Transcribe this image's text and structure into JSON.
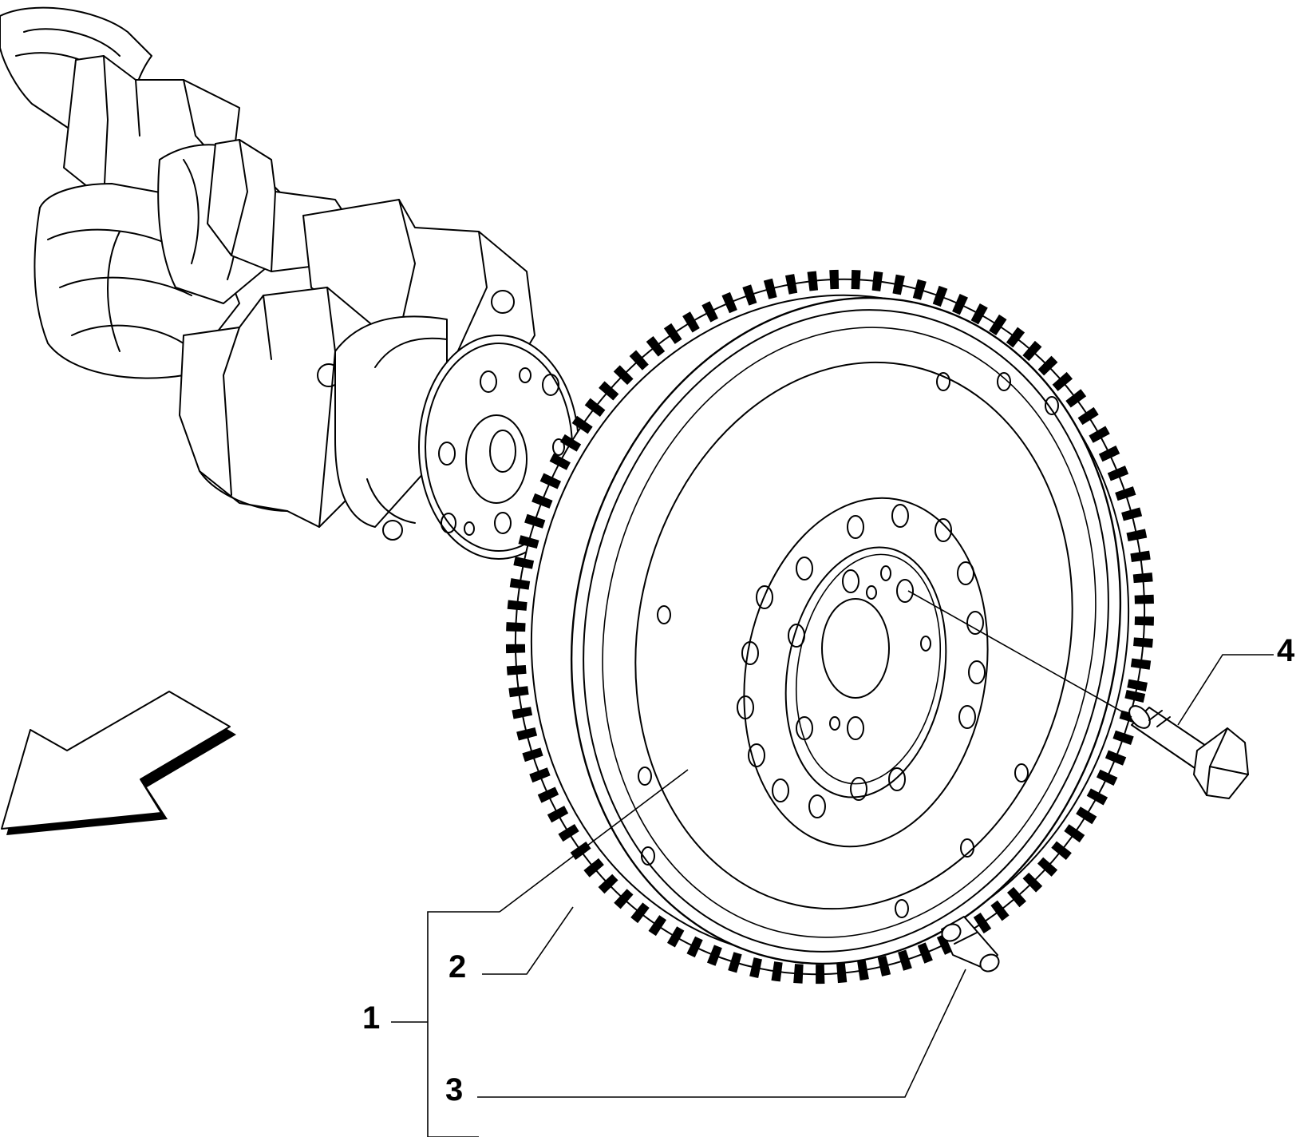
{
  "callouts": [
    {
      "id": "1",
      "text": "1"
    },
    {
      "id": "2",
      "text": "2"
    },
    {
      "id": "3",
      "text": "3"
    },
    {
      "id": "4",
      "text": "4"
    }
  ],
  "parts": [
    "crankshaft",
    "flywheel",
    "ring-gear",
    "dowel-pin",
    "flywheel-bolt",
    "direction-arrow"
  ],
  "colors": {
    "stroke": "#000000",
    "background": "#ffffff"
  }
}
